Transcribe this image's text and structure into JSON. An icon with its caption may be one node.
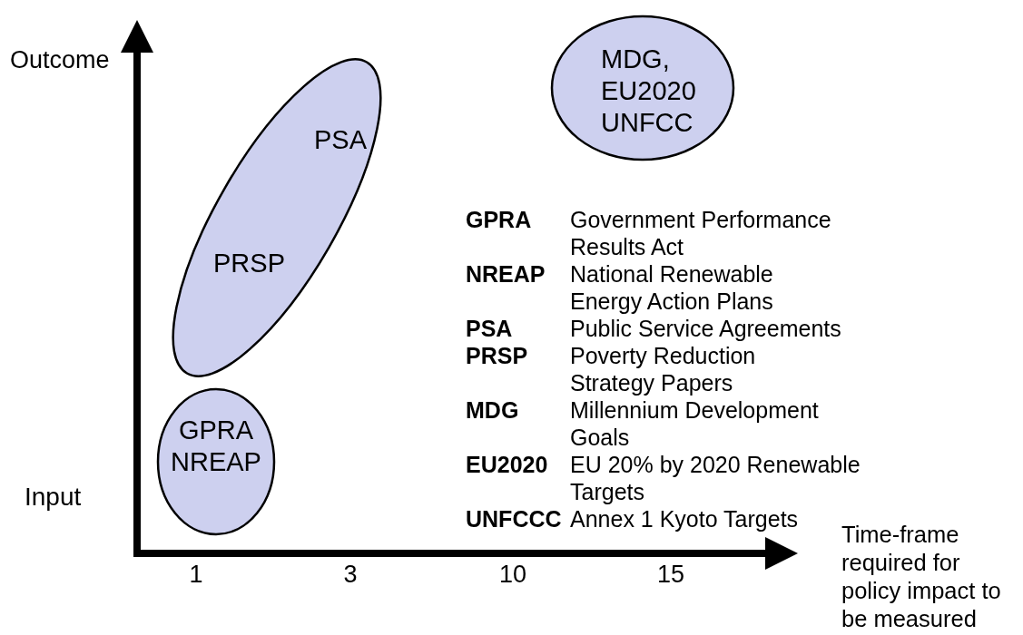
{
  "diagram": {
    "nodes": [
      {
        "text": [
          "PSA",
          "PRSP"
        ]
      },
      {
        "text": [
          "GPRA NREAP"
        ]
      },
      {
        "text": [
          "MDG, EU2020 UNFCC"
        ]
      }
    ],
    "labels": [
      "Outcome",
      "GPRA",
      "Government Performance Results Act",
      "NREAP",
      "National Renewable Energy Action Plans",
      "PSA",
      "Public Service Agreements",
      "PRSP",
      "Poverty Reduction Strategy Papers",
      "MDG",
      "Millennium Development Goals",
      "EU2020",
      "EU 20% by 2020 Renewable Targets",
      "UNFCCC",
      "Annex 1 Kyoto Targets",
      "Input",
      "1",
      "3",
      "10",
      "15",
      "Time-frame required for policy impact to be measured"
    ]
  }
}
